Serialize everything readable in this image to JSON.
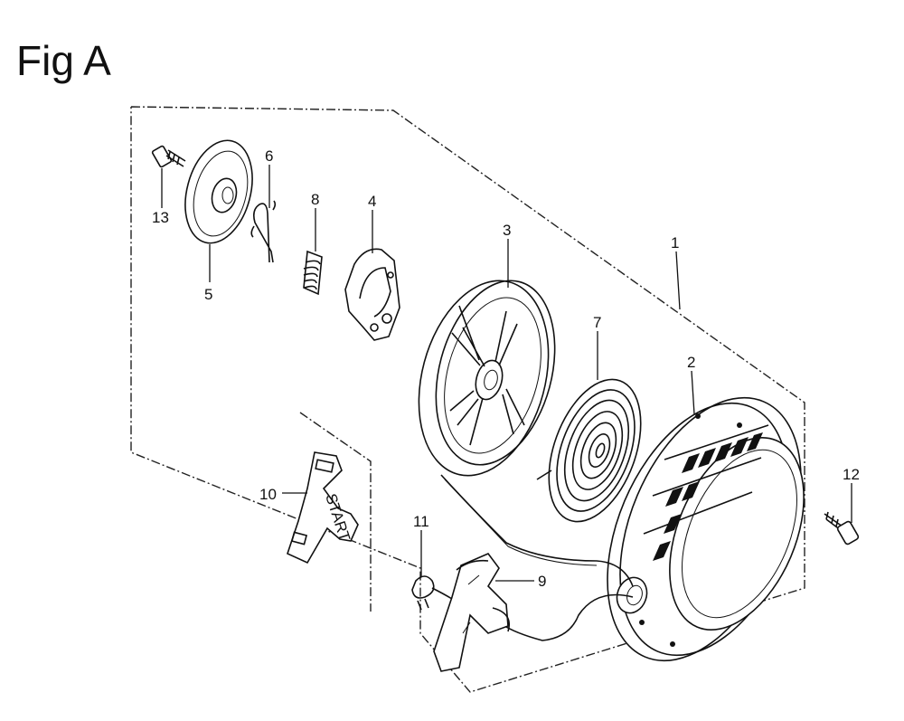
{
  "title": "Fig A",
  "part_numbers": {
    "p1": "1",
    "p2": "2",
    "p3": "3",
    "p4": "4",
    "p5": "5",
    "p6": "6",
    "p7": "7",
    "p8": "8",
    "p9": "9",
    "p10": "10",
    "p11": "11",
    "p12": "12",
    "p13": "13"
  },
  "start_label": "START"
}
